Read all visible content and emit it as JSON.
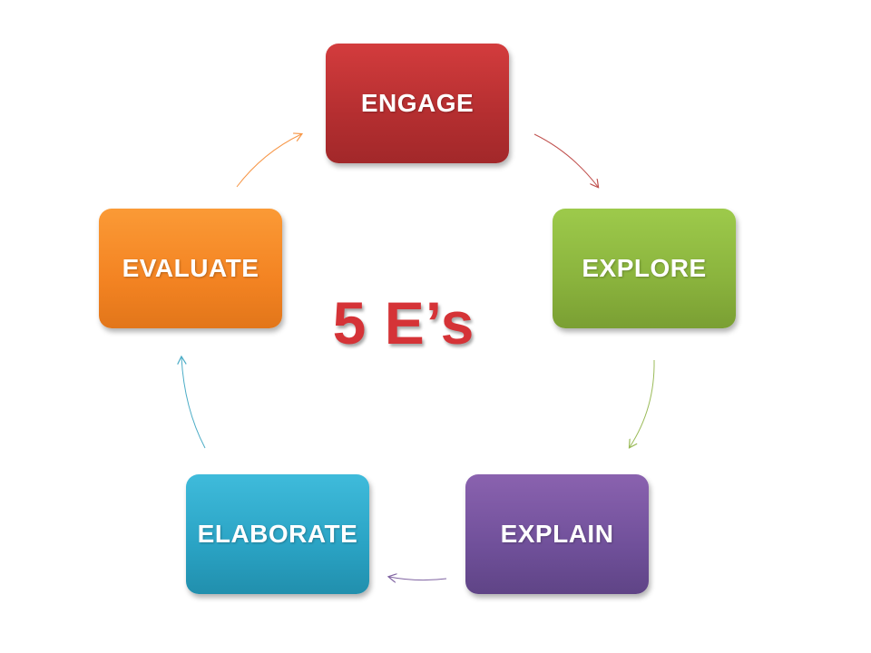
{
  "title": "5 E’s",
  "stages": [
    {
      "label": "ENGAGE",
      "color": "#c0383a"
    },
    {
      "label": "EXPLORE",
      "color": "#8fb843"
    },
    {
      "label": "EXPLAIN",
      "color": "#7557a2"
    },
    {
      "label": "ELABORATE",
      "color": "#2fa9ca"
    },
    {
      "label": "EVALUATE",
      "color": "#f68a2a"
    }
  ],
  "arrow_colors": {
    "engage_to_explore": "#c0504d",
    "explore_to_explain": "#9bbb59",
    "explain_to_elaborate": "#8064a2",
    "elaborate_to_evaluate": "#4bacc6",
    "evaluate_to_engage": "#f79646"
  }
}
